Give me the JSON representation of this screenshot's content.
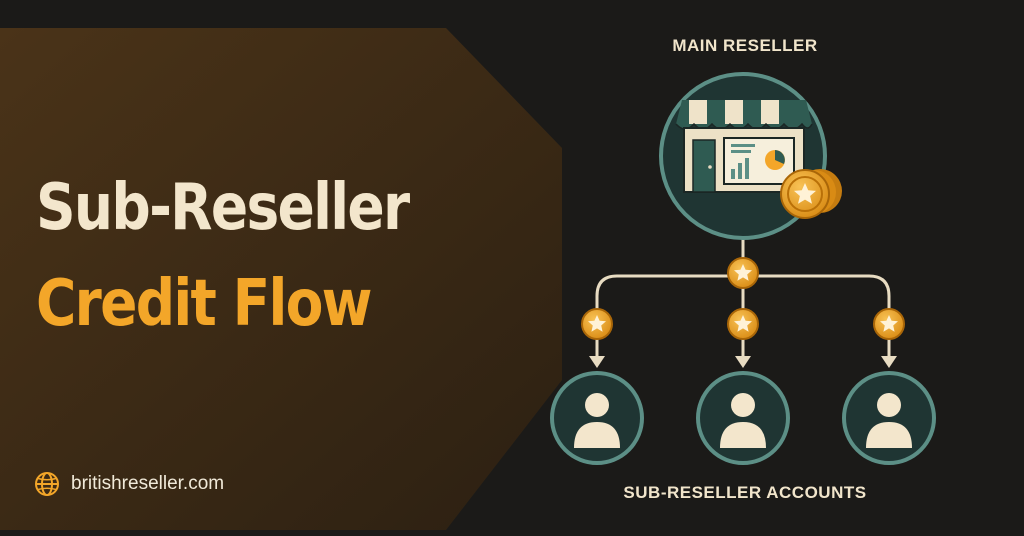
{
  "headline": {
    "line1": "Sub-Reseller",
    "line2": "Credit Flow"
  },
  "footer": {
    "website": "britishreseller.com",
    "icon": "globe-icon"
  },
  "diagram": {
    "top_label": "MAIN RESELLER",
    "bottom_label": "SUB-RESELLER ACCOUNTS",
    "root_icon": "storefront-icon",
    "node_icon": "user-icon",
    "credit_icon": "star-coin-icon",
    "sub_accounts_count": 3
  },
  "colors": {
    "background": "#1b1a18",
    "panel": "#3a2914",
    "accent": "#f3a629",
    "cream": "#f3e6cc",
    "circle_fill": "#1f3533",
    "circle_stroke": "#5c8f86",
    "connector": "#e8dcc2"
  }
}
